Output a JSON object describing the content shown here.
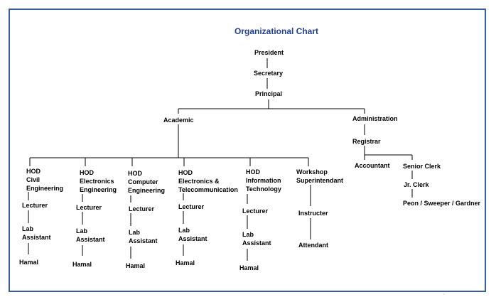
{
  "chart": {
    "title": "Organizational Chart",
    "nodes": {
      "president": "President",
      "secretary": "Secretary",
      "principal": "Principal",
      "academic": "Academic",
      "administration": "Administration",
      "registrar": "Registrar",
      "accountant": "Accountant",
      "senior_clerk": "Senior Clerk",
      "jr_clerk": "Jr. Clerk",
      "peon": "Peon / Sweeper / Gardner"
    },
    "departments": [
      {
        "head": [
          "HOD",
          "Civil",
          "Engineering"
        ],
        "staff": [
          [
            "Lecturer"
          ],
          [
            "Lab",
            "Assistant"
          ],
          [
            "Hamal"
          ]
        ]
      },
      {
        "head": [
          "HOD",
          "Electronics",
          "Engineering"
        ],
        "staff": [
          [
            "Lecturer"
          ],
          [
            "Lab",
            "Assistant"
          ],
          [
            "Hamal"
          ]
        ]
      },
      {
        "head": [
          "HOD",
          "Computer",
          "Engineering"
        ],
        "staff": [
          [
            "Lecturer"
          ],
          [
            "Lab",
            "Assistant"
          ],
          [
            "Hamal"
          ]
        ]
      },
      {
        "head": [
          "HOD",
          "Electronics &",
          "Telecommunication"
        ],
        "staff": [
          [
            "Lecturer"
          ],
          [
            "Lab",
            "Assistant"
          ],
          [
            "Hamal"
          ]
        ]
      },
      {
        "head": [
          "HOD",
          "Information",
          "Technology"
        ],
        "staff": [
          [
            "Lecturer"
          ],
          [
            "Lab",
            "Assistant"
          ],
          [
            "Hamal"
          ]
        ]
      },
      {
        "head": [
          "Workshop",
          "Superintendant"
        ],
        "staff": [
          [
            "Instructer"
          ],
          [
            "Attendant"
          ]
        ]
      }
    ],
    "footnote_mark": "'"
  }
}
